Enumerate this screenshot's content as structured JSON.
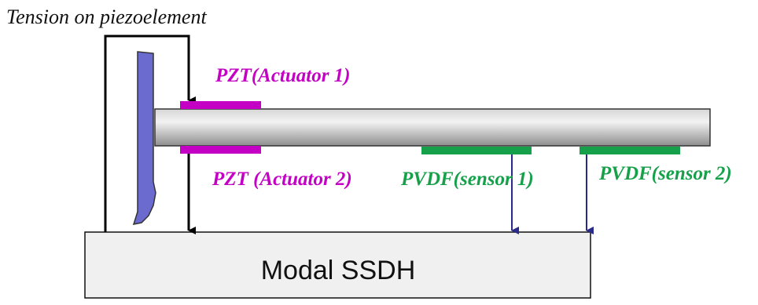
{
  "diagram": {
    "caption": "Tension on piezoelement",
    "base_box_label": "Modal SSDH",
    "actuator_1_label": "PZT(Actuator 1)",
    "actuator_2_label": "PZT (Actuator 2)",
    "sensor_1_label": "PVDF(sensor 1)",
    "sensor_2_label": "PVDF(sensor 2)"
  },
  "colors": {
    "actuator": "#c400c4",
    "sensor": "#16a04a",
    "sensor_wire": "#2a2a8a",
    "clamp": "#6b6bcf",
    "wire": "#000000"
  }
}
